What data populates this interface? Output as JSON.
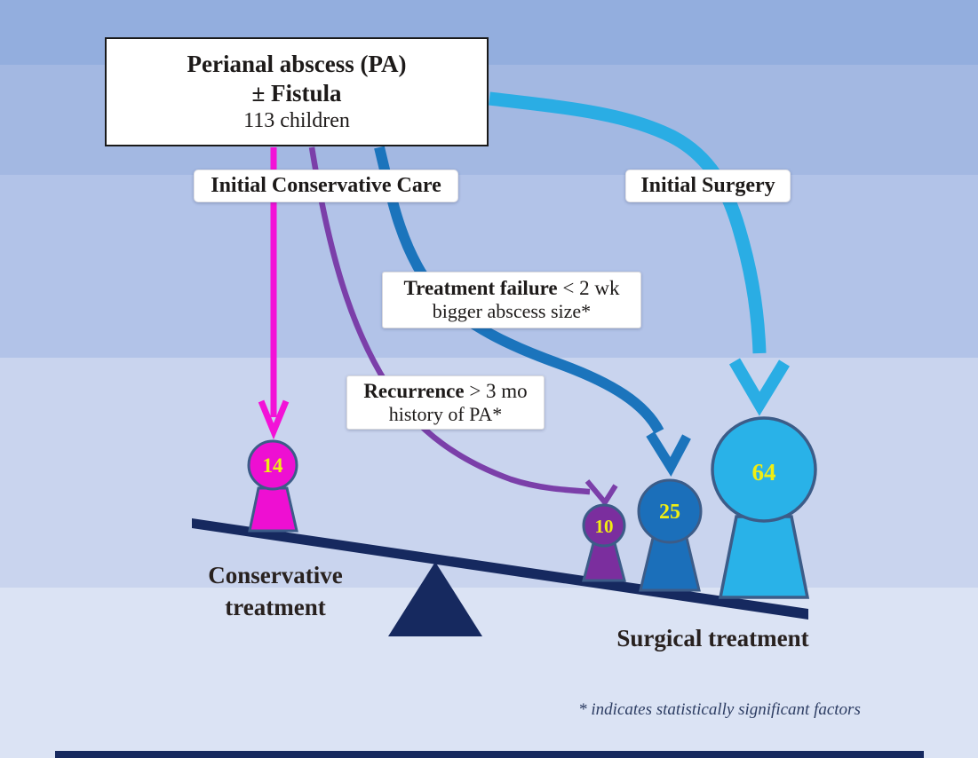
{
  "diagram": {
    "title_box": {
      "line1": "Perianal abscess (PA)",
      "line2": "± Fistula",
      "line3": "113 children"
    },
    "path_labels": {
      "initial_conservative": "Initial Conservative Care",
      "initial_surgery": "Initial Surgery"
    },
    "callouts": {
      "treatment_failure": {
        "bold": "Treatment failure",
        "rest": " < 2 wk",
        "line2": "bigger abscess size*"
      },
      "recurrence": {
        "bold": "Recurrence",
        "rest": " > 3 mo",
        "line2": "history of PA*"
      }
    },
    "seesaw": {
      "left_label_line1": "Conservative",
      "left_label_line2": "treatment",
      "right_label": "Surgical treatment"
    },
    "figures": [
      {
        "value": "14",
        "color": "#ee0fd2"
      },
      {
        "value": "10",
        "color": "#7b2e9e"
      },
      {
        "value": "25",
        "color": "#1b6fba"
      },
      {
        "value": "64",
        "color": "#29b2e8"
      }
    ],
    "footnote": "* indicates statistically significant factors"
  },
  "colors": {
    "band1": "#93aede",
    "band2": "#a3b8e2",
    "band3": "#b2c3e8",
    "band4": "#c9d4ee",
    "band5": "#dbe3f4",
    "navy": "#16295f",
    "magenta_arrow": "#f312d7",
    "purple_arrow": "#7b3fa9",
    "blue_arrow": "#1b74bc",
    "cyan_arrow": "#2aade4",
    "figure_stroke": "#3c5c88",
    "number_yellow": "#f0ee12"
  }
}
